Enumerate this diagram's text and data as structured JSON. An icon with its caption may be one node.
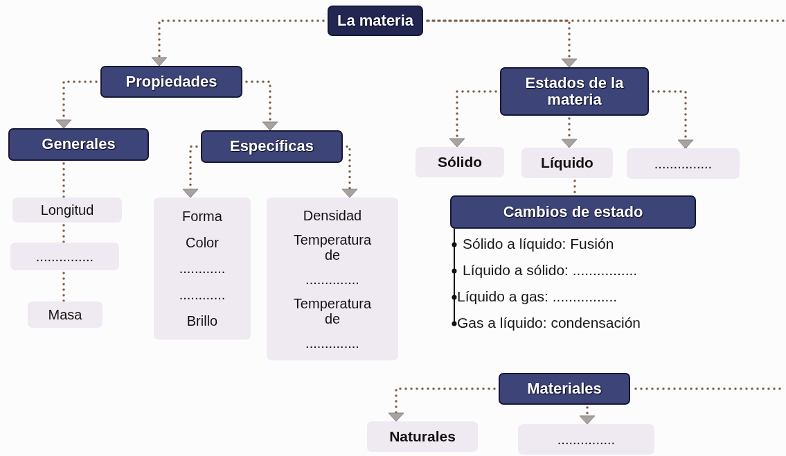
{
  "diagram": {
    "nodes": [
      {
        "text": [
          "La materia"
        ]
      },
      {
        "text": [
          "Propiedades"
        ]
      },
      {
        "text": [
          "Estados de la materia"
        ]
      },
      {
        "text": [
          "Generales"
        ]
      },
      {
        "text": [
          "Específicas"
        ]
      },
      {
        "text": [
          "Sólido"
        ]
      },
      {
        "text": [
          "Líquido"
        ]
      },
      {
        "text": [
          "..............."
        ]
      },
      {
        "text": [
          "Longitud"
        ]
      },
      {
        "text": [
          "..............."
        ]
      },
      {
        "text": [
          "Masa"
        ]
      },
      {
        "text": [
          "Forma",
          "Color",
          "............",
          "............",
          "Brillo"
        ]
      },
      {
        "text": [
          "Densidad",
          "Temperatura de",
          "..............",
          "Temperatura de",
          ".............."
        ]
      },
      {
        "text": [
          "Cambios de estado"
        ],
        "beside": [
          "Sólido a líquido: Fusión",
          "Líquido a sólido: ................",
          "Líquido a gas: ................",
          "Gas a líquido: condensación"
        ]
      },
      {
        "text": [
          "Materiales"
        ]
      },
      {
        "text": [
          "Naturales"
        ]
      },
      {
        "text": [
          "..............."
        ]
      }
    ],
    "edges": [
      {
        "from": 0,
        "to": 1,
        "arrow": "to"
      },
      {
        "from": 0,
        "to": 2,
        "arrow": "to"
      },
      {
        "from": 0,
        "to": null,
        "arrow": "none"
      },
      {
        "from": 1,
        "to": 3,
        "arrow": "to"
      },
      {
        "from": 1,
        "to": 4,
        "arrow": "to"
      },
      {
        "from": 2,
        "to": 5,
        "arrow": "to"
      },
      {
        "from": 2,
        "to": 6,
        "arrow": "to"
      },
      {
        "from": 2,
        "to": 7,
        "arrow": "to"
      },
      {
        "from": 3,
        "to": 8,
        "arrow": "none"
      },
      {
        "from": 8,
        "to": 9,
        "arrow": "none"
      },
      {
        "from": 9,
        "to": 10,
        "arrow": "none"
      },
      {
        "from": 4,
        "to": 11,
        "arrow": "to"
      },
      {
        "from": 4,
        "to": 12,
        "arrow": "to"
      },
      {
        "from": 6,
        "to": 13,
        "arrow": "none"
      },
      {
        "from": 14,
        "to": 15,
        "arrow": "to"
      },
      {
        "from": 14,
        "to": 16,
        "arrow": "to"
      },
      {
        "from": 14,
        "to": null,
        "arrow": "none"
      }
    ]
  }
}
